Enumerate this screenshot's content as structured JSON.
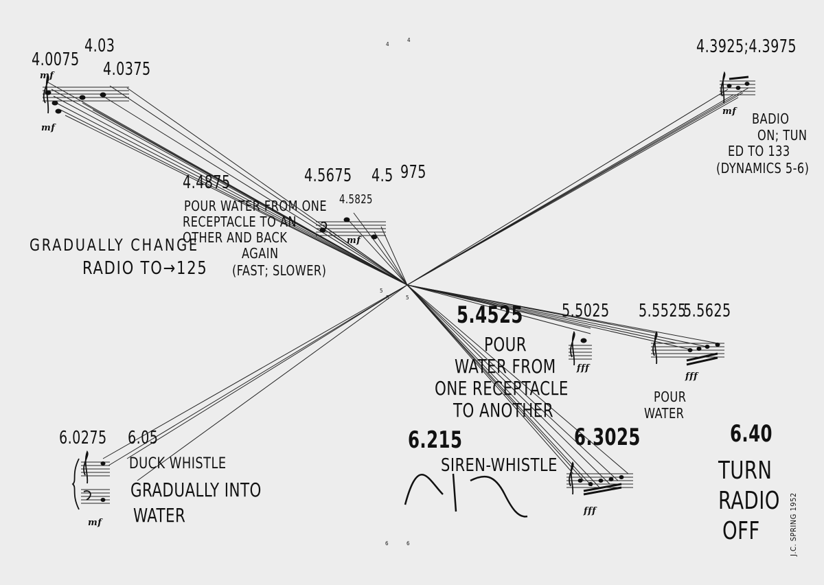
{
  "timings": {
    "t4_0075": "4.0075",
    "t4_03": "4.03",
    "t4_0375": "4.0375",
    "t4_3925": "4.3925;4.3975",
    "t4_4875": "4.4875",
    "t4_5675": "4.5675",
    "t4_5": "4.5",
    "t975": "975",
    "t4_5825": "4.5825",
    "t5_4525": "5.4525",
    "t5_5025": "5.5025",
    "t5_5525": "5.5525",
    "t5_5625": "5.5625",
    "t6_0275": "6.0275",
    "t6_05": "6.05",
    "t6_215": "6.215",
    "t6_3025": "6.3025",
    "t6_40": "6.40"
  },
  "instructions": {
    "radio_on": [
      "BADIO",
      "ON; TUN",
      "ED TO 133",
      "(DYNAMICS 5-6)"
    ],
    "pour_water_back": [
      "POUR WATER FROM ONE",
      "RECEPTACLE TO AN",
      "OTHER AND BACK",
      "AGAIN",
      "(FAST; SLOWER)"
    ],
    "radio_change": [
      "GRADUALLY CHANGE",
      "RADIO TO→125"
    ],
    "pour_another": [
      "POUR",
      "WATER FROM",
      "ONE RECEPTACLE",
      "TO ANOTHER"
    ],
    "pour_water": [
      "POUR",
      "WATER"
    ],
    "duck_whistle": [
      "DUCK WHISTLE",
      "GRADUALLY INTO",
      "WATER"
    ],
    "siren_whistle": "SIREN-WHISTLE",
    "turn_radio_off": [
      "TURN",
      "RADIO",
      "OFF"
    ]
  },
  "page_marks": {
    "top_left": "4",
    "top_right": "4",
    "mid_left_a": "5",
    "mid_left_b": "5",
    "mid_right": "5",
    "bottom_left": "6",
    "bottom_right": "6"
  },
  "signature": "J.C. SPRING 1952",
  "dynamics": {
    "mf": "mf",
    "fff": "fff"
  }
}
